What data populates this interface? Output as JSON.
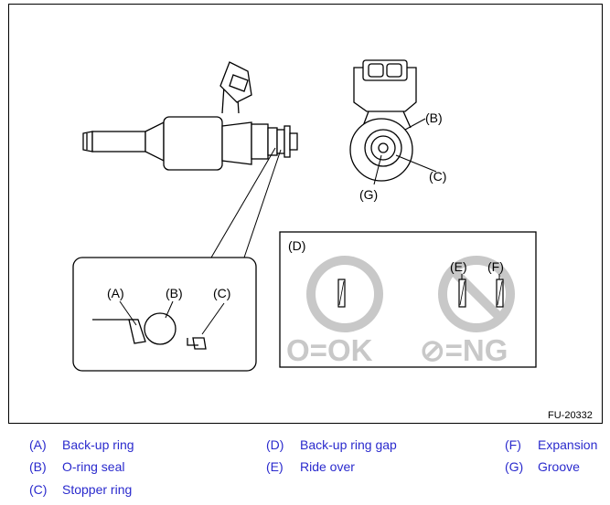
{
  "figure": {
    "id": "FU-20332",
    "labels": {
      "A": "(A)",
      "B": "(B)",
      "C": "(C)",
      "D": "(D)",
      "E": "(E)",
      "F": "(F)",
      "G": "(G)"
    },
    "ok_text": "O=OK",
    "ng_text": "⊘=NG"
  },
  "legend": [
    {
      "code": "(A)",
      "text": "Back-up ring"
    },
    {
      "code": "(B)",
      "text": "O-ring seal"
    },
    {
      "code": "(C)",
      "text": "Stopper ring"
    },
    {
      "code": "(D)",
      "text": "Back-up ring gap"
    },
    {
      "code": "(E)",
      "text": "Ride over"
    },
    {
      "code": "(F)",
      "text": "Expansion"
    },
    {
      "code": "(G)",
      "text": "Groove"
    }
  ]
}
